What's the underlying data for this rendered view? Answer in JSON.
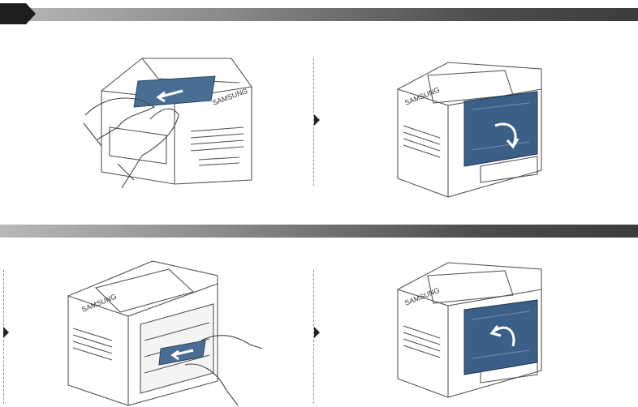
{
  "colors": {
    "bar_dark": "#3c3c3c",
    "bar_light": "#b9b9b9",
    "step_tab": "#1e1e1e",
    "highlight_panel": "#3b5f86",
    "printer_outline": "#555555"
  },
  "steps": [
    {
      "illustration": "hands-pulling-paper-from-output-tray",
      "brand_mark": "SAMSUNG"
    },
    {
      "illustration": "rear-cover-opening",
      "brand_mark": "SAMSUNG"
    },
    {
      "illustration": "hands-pulling-paper-from-rear",
      "brand_mark": "SAMSUNG"
    },
    {
      "illustration": "rear-cover-closing",
      "brand_mark": "SAMSUNG"
    }
  ]
}
